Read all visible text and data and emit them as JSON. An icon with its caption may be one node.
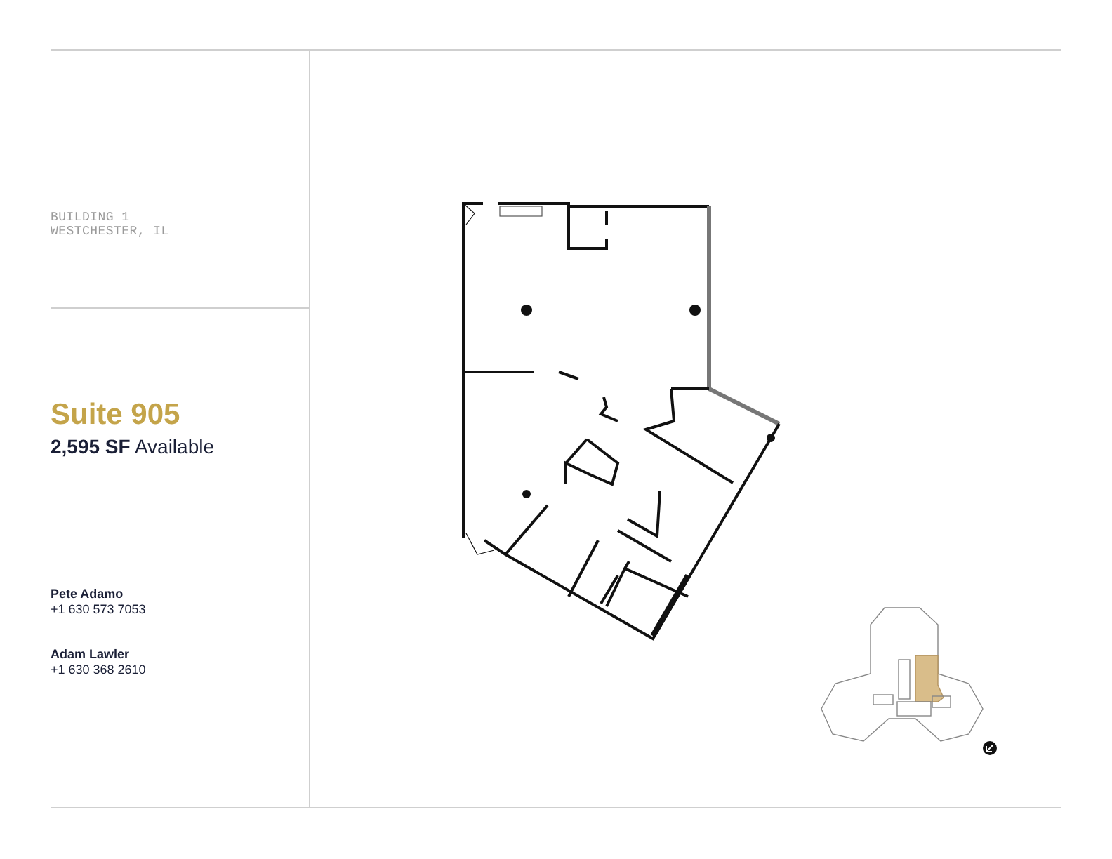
{
  "diagram": {
    "title": "Suite 905",
    "labels": [
      "BUILDING 1",
      "WESTCHESTER, IL",
      "**2,595 SF** Available",
      "Pete Adamo",
      "+1 630 573 7053",
      "Adam Lawler",
      "+1 630 368 2610"
    ]
  }
}
